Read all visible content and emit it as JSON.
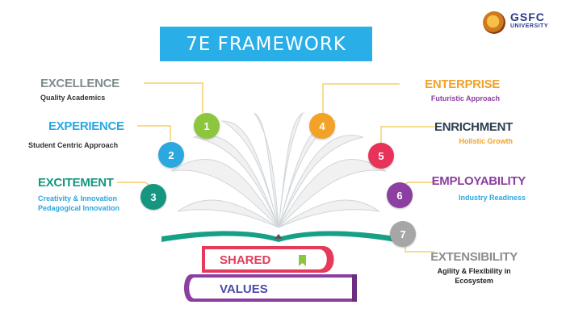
{
  "title": "7E FRAMEWORK",
  "logo": {
    "name": "GSFC",
    "sub": "UNIVERSITY",
    "icon": "university-emblem-icon"
  },
  "colors": {
    "title_bg": "#29aee8",
    "green": "#8cc63f",
    "blue": "#2ba8e0",
    "teal": "#169680",
    "orange": "#f2a227",
    "pink": "#e8325a",
    "purple": "#8b3fa0",
    "grey": "#a6a6a6",
    "shared_book": "#e63a5a",
    "values_book": "#8b3fa0"
  },
  "items": [
    {
      "number": "1",
      "title": "EXCELLENCE",
      "subtitle": "Quality Academics"
    },
    {
      "number": "2",
      "title": "EXPERIENCE",
      "subtitle": "Student Centric Approach"
    },
    {
      "number": "3",
      "title": "EXCITEMENT",
      "subtitle_1": "Creativity & Innovation",
      "subtitle_2": "Pedagogical Innovation"
    },
    {
      "number": "4",
      "title": "ENTERPRISE",
      "subtitle": "Futuristic Approach"
    },
    {
      "number": "5",
      "title": "ENRICHMENT",
      "subtitle": "Holistic Growth"
    },
    {
      "number": "6",
      "title": "EMPLOYABILITY",
      "subtitle": "Industry Readiness"
    },
    {
      "number": "7",
      "title": "EXTENSIBILITY",
      "subtitle_1": "Agility & Flexibility in",
      "subtitle_2": "Ecosystem"
    }
  ],
  "books": {
    "shared": "SHARED",
    "values": "VALUES"
  }
}
